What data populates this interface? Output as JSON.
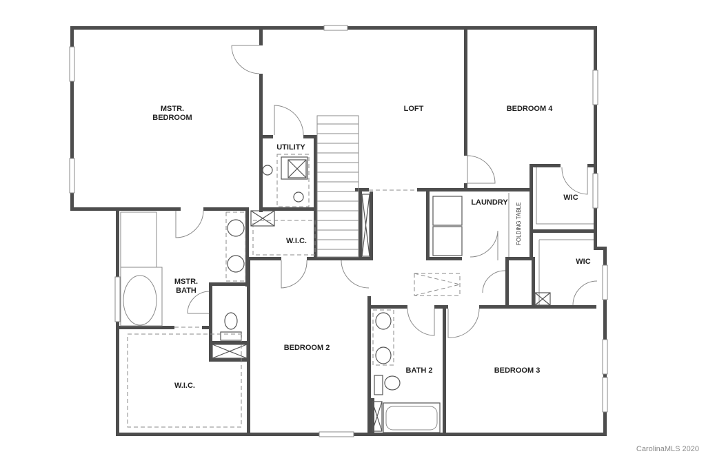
{
  "plan": {
    "rooms": {
      "master_bedroom": "MSTR.\nBEDROOM",
      "loft": "LOFT",
      "bedroom4": "BEDROOM 4",
      "utility": "UTILITY",
      "wic_master_upper": "W.I.C.",
      "laundry": "LAUNDRY",
      "folding_table": "FOLDING TABLE",
      "wic_bed4": "WIC",
      "wic_bed3": "WIC",
      "master_bath": "MSTR.\nBATH",
      "master_wic": "W.I.C.",
      "bedroom2": "BEDROOM 2",
      "bath2": "BATH 2",
      "bedroom3": "BEDROOM 3"
    },
    "colors": {
      "wall": "#4d4d4d",
      "fixture": "#8a8a8a",
      "background": "#ffffff"
    }
  },
  "footer": {
    "credit": "CarolinaMLS 2020"
  }
}
